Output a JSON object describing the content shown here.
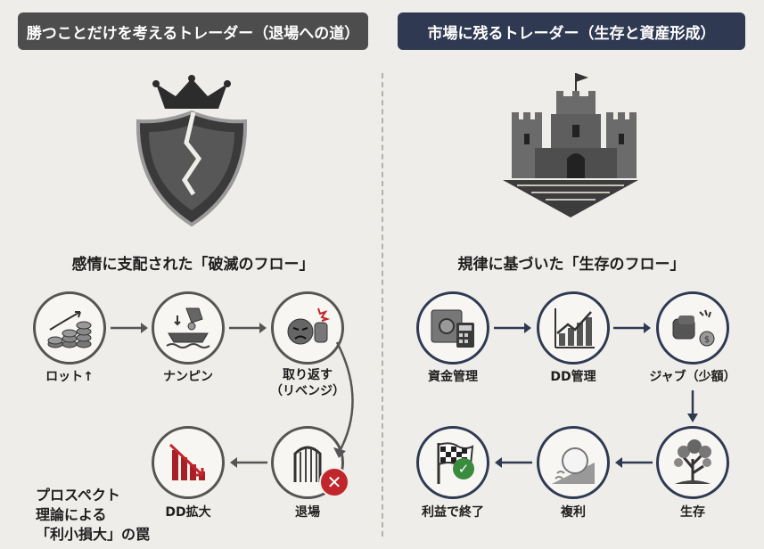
{
  "left": {
    "header": "勝つことだけを考えるトレーダー（退場への道）",
    "subtitle": "感情に支配された「破滅のフロー」",
    "emblem_icon": "broken-shield-crown-icon",
    "nodes": [
      {
        "label": "ロット↑",
        "icon": "coins-growth-icon"
      },
      {
        "label": "ナンピン",
        "icon": "sinking-boat-icon"
      },
      {
        "label": "取り返す（リベンジ）",
        "line1": "取り返す",
        "line2": "（リベンジ）",
        "icon": "angry-fist-icon"
      },
      {
        "label": "退場",
        "icon": "exit-gate-icon"
      },
      {
        "label": "DD拡大",
        "icon": "falling-bars-icon"
      }
    ],
    "note": {
      "line1": "プロスペクト",
      "line2": "理論による",
      "line3": "「利小損大」の罠"
    }
  },
  "right": {
    "header": "市場に残るトレーダー（生存と資産形成）",
    "subtitle": "規律に基づいた「生存のフロー」",
    "emblem_icon": "castle-fortress-icon",
    "nodes": [
      {
        "label": "資金管理",
        "icon": "safe-calculator-icon"
      },
      {
        "label": "DD管理",
        "icon": "rising-bars-icon"
      },
      {
        "label": "ジャブ（少額）",
        "icon": "fist-coin-icon"
      },
      {
        "label": "生存",
        "icon": "tree-icon"
      },
      {
        "label": "複利",
        "icon": "snowball-icon"
      },
      {
        "label": "利益で終了",
        "icon": "checkered-flag-icon"
      }
    ]
  },
  "colors": {
    "left_header": "#4d4d4d",
    "right_header": "#2f3a52",
    "danger": "#c0262b",
    "success": "#3b8b3f"
  }
}
